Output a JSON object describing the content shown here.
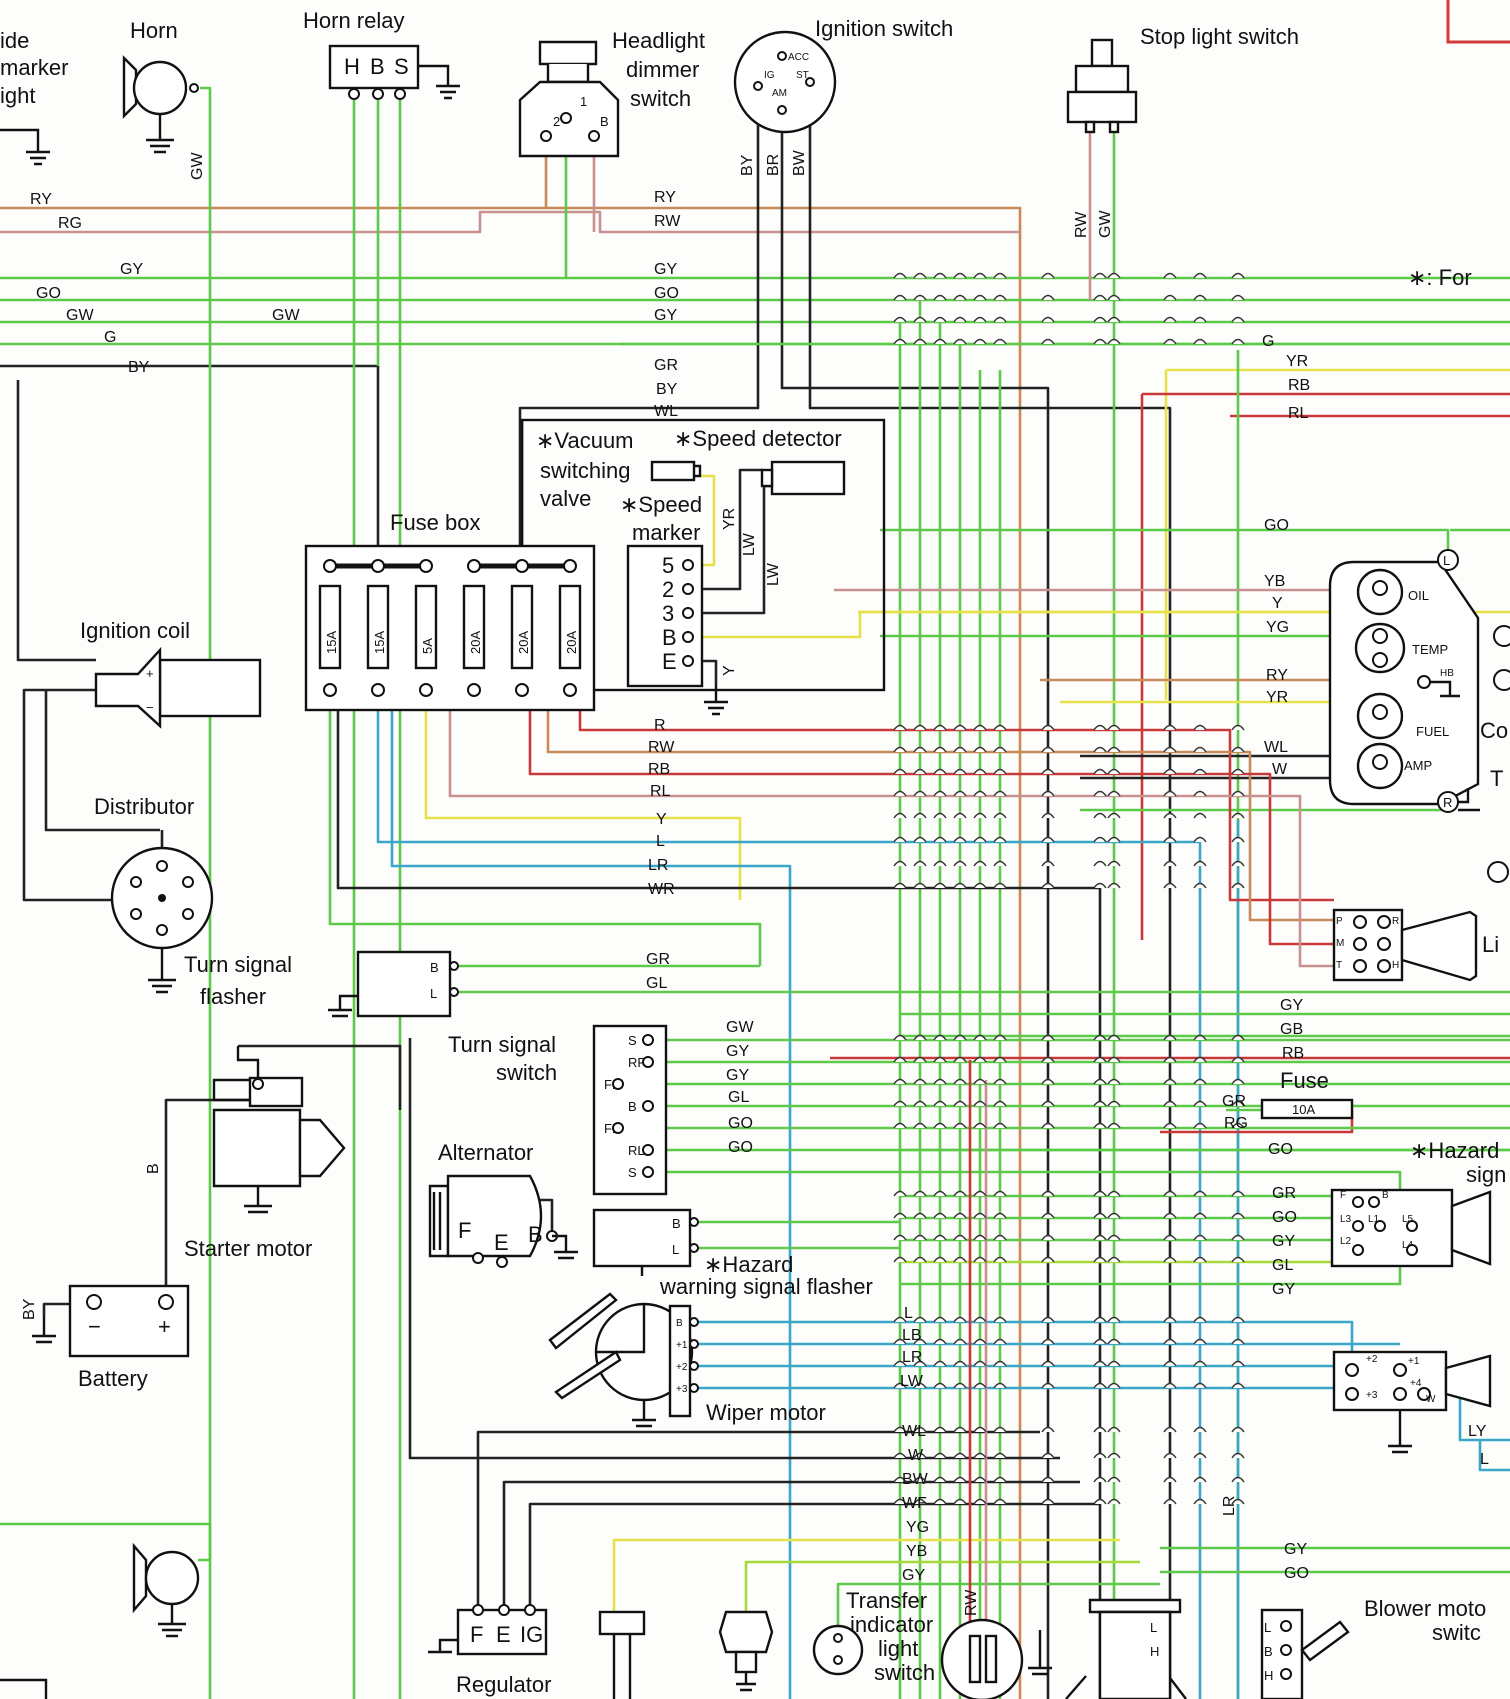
{
  "components": {
    "side_marker": [
      "ide",
      "marker",
      "ight"
    ],
    "horn": "Horn",
    "horn_relay": "Horn relay",
    "horn_relay_terms": [
      "H",
      "B",
      "S"
    ],
    "headlight_dimmer": [
      "Headlight",
      "dimmer",
      "switch"
    ],
    "dimmer_terms": [
      "1",
      "2",
      "B"
    ],
    "ignition_switch": "Ignition switch",
    "ignition_terms": [
      "ACC",
      "IG",
      "ST",
      "AM"
    ],
    "stop_light_switch": "Stop light switch",
    "for_note": "∗: For",
    "vacuum_valve": [
      "∗Vacuum",
      "switching",
      "valve"
    ],
    "speed_detector": "∗Speed detector",
    "speed_marker": [
      "∗Speed",
      "marker"
    ],
    "speed_marker_terms": [
      "5",
      "2",
      "3",
      "B",
      "E"
    ],
    "fuse_box": "Fuse box",
    "fuses": [
      "15A",
      "15A",
      "5A",
      "20A",
      "20A",
      "20A"
    ],
    "ignition_coil": "Ignition coil",
    "coil_terms": [
      "+",
      "−"
    ],
    "distributor": "Distributor",
    "turn_signal_flasher": [
      "Turn signal",
      "flasher"
    ],
    "flasher_terms": [
      "B",
      "L"
    ],
    "turn_signal_switch": [
      "Turn signal",
      "switch"
    ],
    "tss_terms": [
      "S",
      "RR",
      "FR",
      "B",
      "FL",
      "RL",
      "S"
    ],
    "starter_motor": "Starter motor",
    "battery": "Battery",
    "battery_terms": [
      "−",
      "+"
    ],
    "alternator": "Alternator",
    "alternator_terms": [
      "F",
      "E",
      "B"
    ],
    "hazard_flasher": [
      "∗Hazard",
      "warning signal flasher"
    ],
    "hazard_flasher_terms": [
      "B",
      "L"
    ],
    "wiper_motor": "Wiper motor",
    "wiper_terms": [
      "B",
      "+1",
      "+2",
      "+3"
    ],
    "regulator": "Regulator",
    "regulator_terms": [
      "F",
      "E",
      "IG"
    ],
    "transfer_switch": [
      "Transfer",
      "indicator",
      "light",
      "switch"
    ],
    "blower_switch": [
      "Blower moto",
      "switc"
    ],
    "blower_terms": [
      "L",
      "B",
      "H"
    ],
    "combination_meter": "Co",
    "meter_labels": [
      "OIL",
      "TEMP",
      "HB",
      "FUEL",
      "AMP"
    ],
    "fuse_10a": "Fuse",
    "fuse_10a_rating": "10A",
    "hazard_switch": [
      "∗Hazard",
      "sign"
    ],
    "hazard_switch_terms": [
      "F",
      "B",
      "L3",
      "L1",
      "L2",
      "L5",
      "L4"
    ],
    "light_switch": "Li",
    "light_switch_terms": [
      "P",
      "R",
      "M",
      "T",
      "H"
    ],
    "t_partial": "T",
    "wiper_switch_terms": [
      "+2",
      "+1",
      "+3",
      "+4",
      "W"
    ],
    "meter_terms": [
      "L",
      "R"
    ]
  },
  "wire_labels": {
    "top_left": [
      "RY",
      "RG",
      "GY",
      "GO",
      "GW",
      "GW",
      "G",
      "BY"
    ],
    "horn_wire": "GW",
    "top_center": [
      "RY",
      "RW",
      "GY",
      "GO",
      "GY",
      "GR",
      "BY",
      "WL"
    ],
    "ign_wires": [
      "BY",
      "BR",
      "BW"
    ],
    "stop_wires": [
      "RW",
      "GW"
    ],
    "right_top": [
      "G",
      "YR",
      "RB",
      "RL"
    ],
    "speed_wires": [
      "YR",
      "LW",
      "LW",
      "Y"
    ],
    "meter_wires": [
      "GO",
      "YB",
      "Y",
      "YG",
      "RY",
      "YR",
      "WL",
      "W"
    ],
    "fuse_out": [
      "R",
      "RW",
      "RB",
      "RL",
      "Y",
      "L",
      "LR",
      "WR"
    ],
    "flasher_out": [
      "GR",
      "GL"
    ],
    "tss_out": [
      "GW",
      "GY",
      "GY",
      "GL",
      "GO",
      "GO"
    ],
    "right_mid": [
      "GY",
      "GB",
      "RB",
      "GR",
      "RG",
      "GO"
    ],
    "hazard_in": [
      "GR",
      "GO",
      "GY",
      "GL",
      "GY"
    ],
    "wiper_out": [
      "L",
      "LB",
      "LR",
      "LW"
    ],
    "bottom": [
      "WL",
      "W",
      "BW",
      "WF",
      "YG",
      "YB",
      "GY"
    ],
    "bottom_right": [
      "GY",
      "GO"
    ],
    "vertical_lr": "LR",
    "rw_bottom": "RW",
    "ly": [
      "LY",
      "L"
    ],
    "battery_by": "BY",
    "starter_b": "B"
  },
  "colors": {
    "green": "#5cc948",
    "yellowgreen": "#a6d93a",
    "red": "#c83a3a",
    "brown": "#c98a5a",
    "pink": "#c99090",
    "blue": "#3aa6c9",
    "yellow": "#e8e24a",
    "black": "#222222"
  }
}
